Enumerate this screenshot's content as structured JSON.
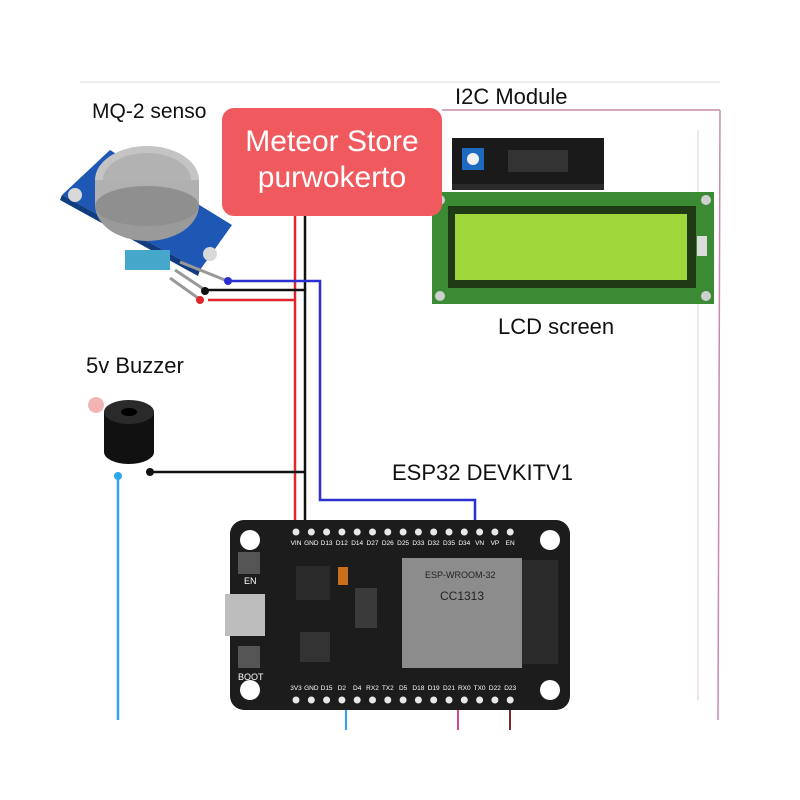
{
  "labels": {
    "mq2": "MQ-2 senso",
    "i2c": "I2C Module",
    "lcd": "LCD screen",
    "buzzer": "5v Buzzer",
    "esp32": "ESP32 DEVKITV1"
  },
  "store_badge": {
    "line1": "Meteor Store",
    "line2": "purwokerto"
  },
  "esp32_board": {
    "top_pins": [
      "VIN",
      "GND",
      "D13",
      "D12",
      "D14",
      "D27",
      "D26",
      "D25",
      "D33",
      "D32",
      "D35",
      "D34",
      "VN",
      "VP",
      "EN"
    ],
    "bottom_pins": [
      "3V3",
      "GND",
      "D15",
      "D2",
      "D4",
      "RX2",
      "TX2",
      "D5",
      "D18",
      "D19",
      "D21",
      "RX0",
      "TX0",
      "D22",
      "D23"
    ],
    "buttons": [
      "EN",
      "BOOT"
    ],
    "module_text": [
      "ESP-WROOM-32",
      "CC1313"
    ]
  },
  "colors": {
    "badge": "#f05a5e",
    "wire_red": "#e0252b",
    "wire_black": "#111111",
    "wire_blue": "#2a2fd0",
    "wire_lightblue": "#2ea7e8",
    "wire_pink": "#d14a8c",
    "pcb": "#1c1c1c",
    "mq2_board": "#1e58b4",
    "lcd_screen": "#9fd63a"
  }
}
